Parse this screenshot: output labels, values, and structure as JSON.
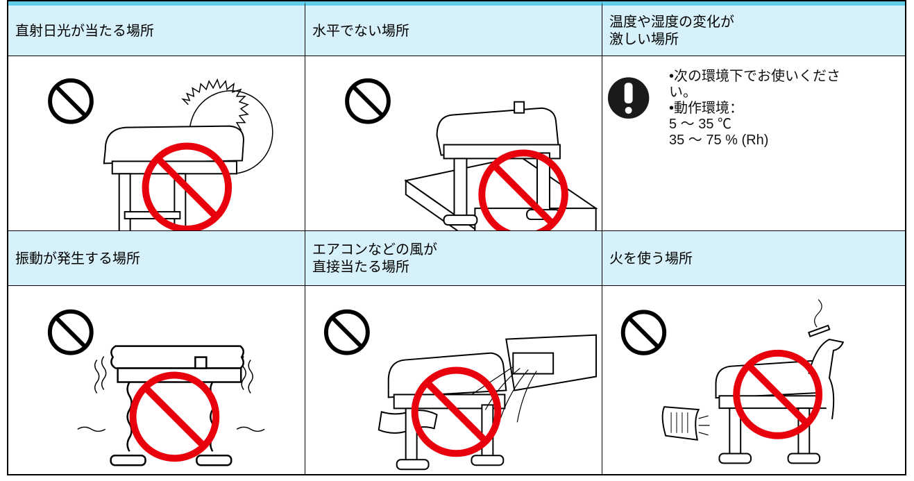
{
  "table": {
    "cells": [
      {
        "heading": "直射日光が当たる場所",
        "icon": "sun-icon"
      },
      {
        "heading": "水平でない場所",
        "icon": "slope-icon"
      },
      {
        "heading": "温度や湿度の変化が\n激しい場所",
        "icon": "exclamation-icon"
      },
      {
        "heading": "振動が発生する場所",
        "icon": "vibration-icon"
      },
      {
        "heading": "エアコンなどの風が\n直接当たる場所",
        "icon": "air-conditioner-icon"
      },
      {
        "heading": "火を使う場所",
        "icon": "fire-icon"
      }
    ],
    "note": {
      "line1": "•次の環境下でお使いくださ\nい。",
      "line2": "•動作環境：",
      "line3": "5 ～ 35 ℃",
      "line4": "35 ～ 75 % (Rh)"
    }
  },
  "colors": {
    "header_bg": "#d6f1fa",
    "top_bar": "#5fcde8",
    "prohibition_red": "#e8000c"
  }
}
